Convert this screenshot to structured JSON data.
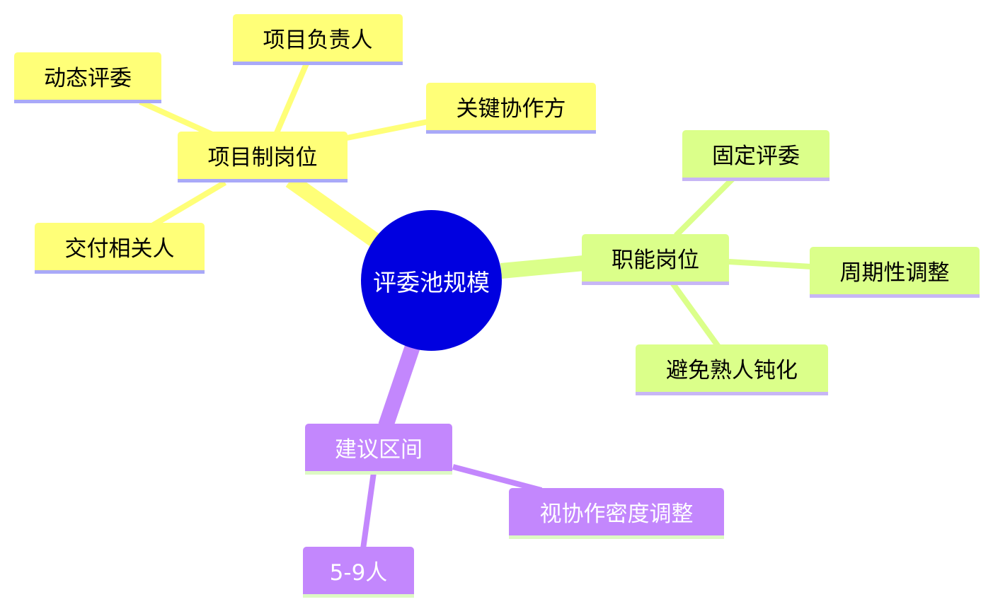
{
  "root": {
    "label": "评委池规模",
    "color": "#0000e0"
  },
  "branches": {
    "project": {
      "label": "项目制岗位",
      "color": "#ffff78",
      "children": [
        "项目负责人",
        "动态评委",
        "关键协作方",
        "交付相关人"
      ]
    },
    "functional": {
      "label": "职能岗位",
      "color": "#dbff8a",
      "children": [
        "固定评委",
        "周期性调整",
        "避免熟人钝化"
      ]
    },
    "range": {
      "label": "建议区间",
      "color": "#c387fd",
      "children": [
        "视协作密度调整",
        "5-9人"
      ]
    }
  }
}
